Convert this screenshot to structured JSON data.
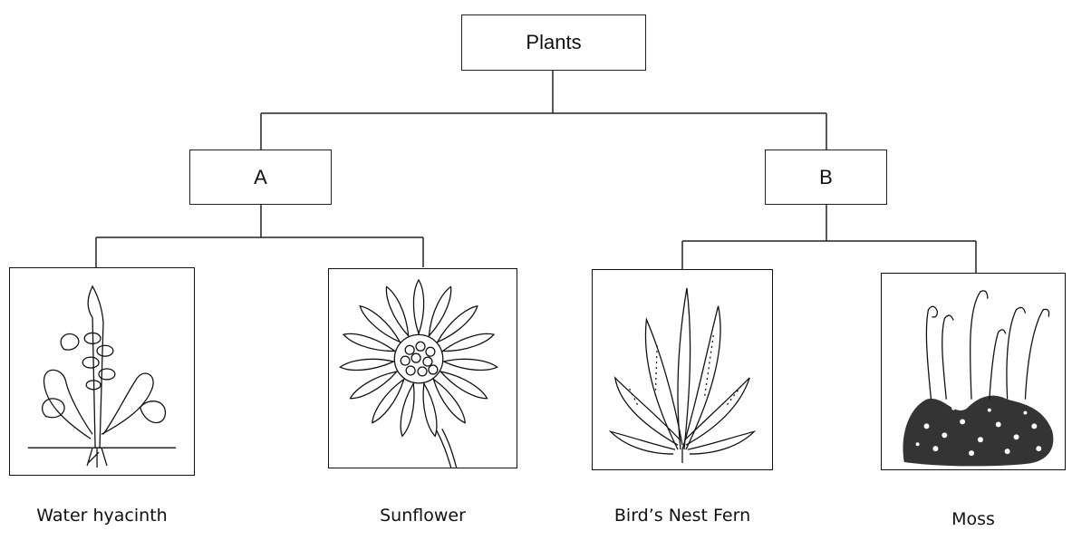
{
  "root": {
    "label": "Plants"
  },
  "groups": [
    {
      "label": "A"
    },
    {
      "label": "B"
    }
  ],
  "plants": [
    {
      "caption": "Water hyacinth",
      "icon": "water-hyacinth-drawing"
    },
    {
      "caption": "Sunflower",
      "icon": "sunflower-drawing"
    },
    {
      "caption": "Bird’s Nest Fern",
      "icon": "birds-nest-fern-drawing"
    },
    {
      "caption": "Moss",
      "icon": "moss-drawing"
    }
  ],
  "colors": {
    "line": "#222222",
    "background": "#ffffff"
  }
}
